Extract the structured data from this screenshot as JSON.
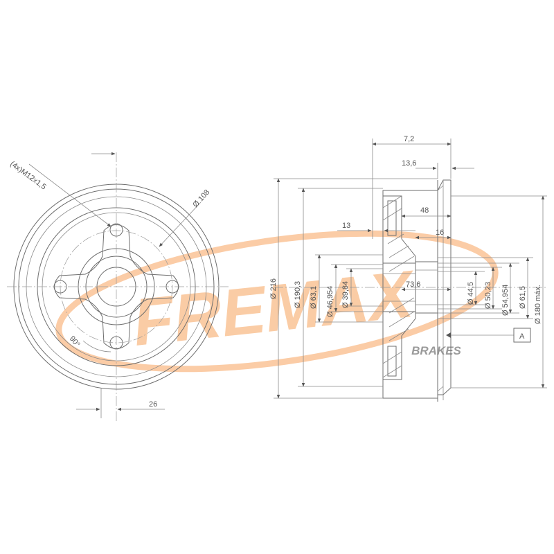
{
  "brand": {
    "name": "FREMAX",
    "sub": "BRAKES",
    "color": "#f7a35c",
    "sub_color": "#9a9a9a"
  },
  "front_view": {
    "thread": "(4x)M12x1,5",
    "bolt_circle": "Ø 108",
    "angle": "90°",
    "offset": "26"
  },
  "side_view": {
    "dims": {
      "d7_2": "7,2",
      "d13_6": "13,6",
      "d48": "48",
      "d13": "13",
      "d16": "16",
      "d73_6": "73,6",
      "d216": "Ø 216",
      "d190_3": "Ø 190,3",
      "d63_1": "Ø 63,1",
      "d46_954": "Ø 46,954",
      "d39_84": "Ø 39,84",
      "d44_5": "Ø 44,5",
      "d50_23": "Ø 50,23",
      "d54_954": "Ø 54,954",
      "d61_5": "Ø 61,5",
      "d180": "Ø 180 máx.",
      "datum": "A"
    }
  },
  "colors": {
    "line": "#6e6e6e",
    "watermark": "#f7a35c"
  }
}
